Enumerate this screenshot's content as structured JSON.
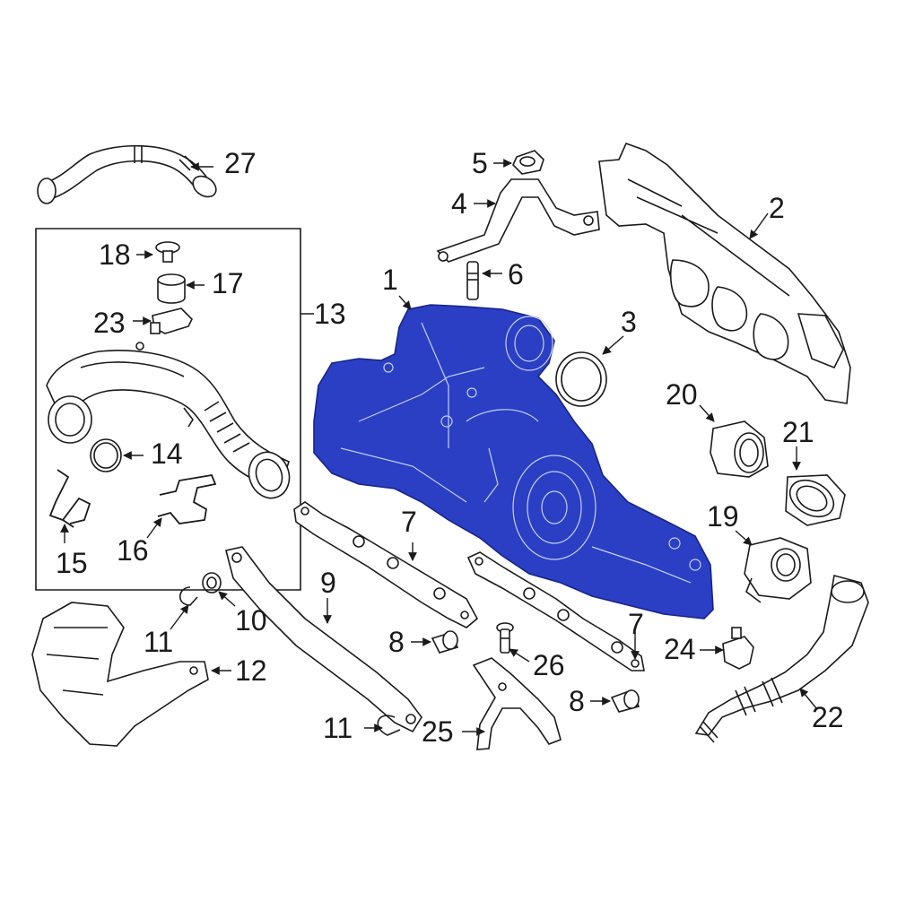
{
  "colors": {
    "highlight": "#2a3fc4",
    "highlight_dark": "#17248a",
    "line": "#1a1a1a",
    "paper": "#ffffff",
    "group_fill": "#fafafa"
  },
  "callouts": [
    {
      "id": "c1",
      "label": "1"
    },
    {
      "id": "c2",
      "label": "2"
    },
    {
      "id": "c3",
      "label": "3"
    },
    {
      "id": "c4",
      "label": "4"
    },
    {
      "id": "c5",
      "label": "5"
    },
    {
      "id": "c6",
      "label": "6"
    },
    {
      "id": "c7a",
      "label": "7"
    },
    {
      "id": "c7b",
      "label": "7"
    },
    {
      "id": "c8a",
      "label": "8"
    },
    {
      "id": "c8b",
      "label": "8"
    },
    {
      "id": "c9",
      "label": "9"
    },
    {
      "id": "c10",
      "label": "10"
    },
    {
      "id": "c11a",
      "label": "11"
    },
    {
      "id": "c11b",
      "label": "11"
    },
    {
      "id": "c12",
      "label": "12"
    },
    {
      "id": "c13",
      "label": "13"
    },
    {
      "id": "c14",
      "label": "14"
    },
    {
      "id": "c15",
      "label": "15"
    },
    {
      "id": "c16",
      "label": "16"
    },
    {
      "id": "c17",
      "label": "17"
    },
    {
      "id": "c18",
      "label": "18"
    },
    {
      "id": "c19",
      "label": "19"
    },
    {
      "id": "c20",
      "label": "20"
    },
    {
      "id": "c21",
      "label": "21"
    },
    {
      "id": "c22",
      "label": "22"
    },
    {
      "id": "c23",
      "label": "23"
    },
    {
      "id": "c24",
      "label": "24"
    },
    {
      "id": "c25",
      "label": "25"
    },
    {
      "id": "c26",
      "label": "26"
    },
    {
      "id": "c27",
      "label": "27"
    }
  ]
}
